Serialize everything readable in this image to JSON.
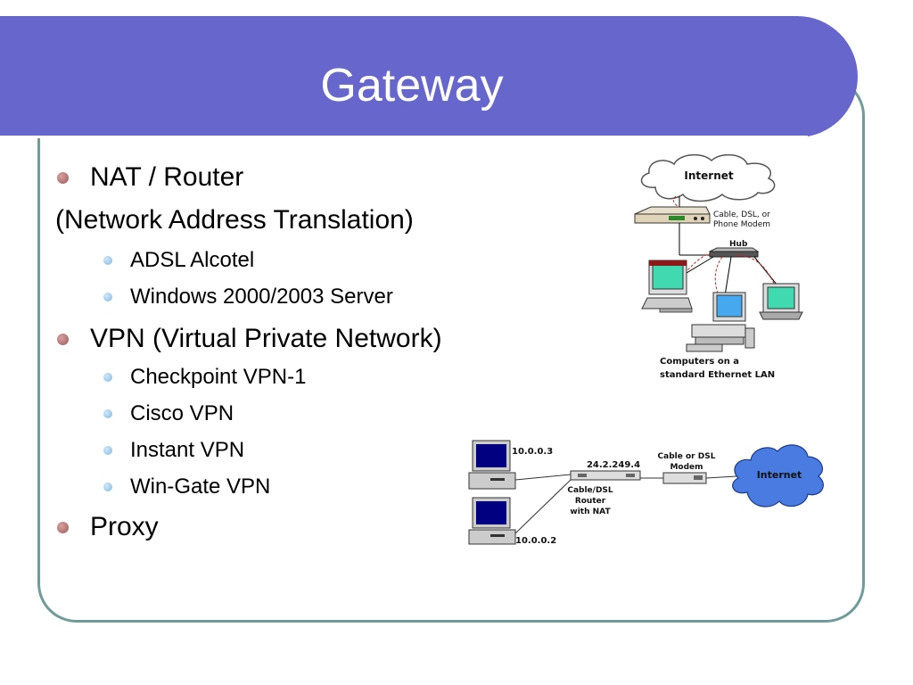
{
  "slide": {
    "title": "Gateway",
    "bullets": [
      {
        "text": "NAT / Router"
      },
      {
        "text": "(Network Address Translation)"
      },
      {
        "text": "ADSL Alcotel"
      },
      {
        "text": "Windows 2000/2003 Server"
      },
      {
        "text": "VPN (Virtual Private Network)"
      },
      {
        "text": "Checkpoint VPN-1"
      },
      {
        "text": "Cisco VPN"
      },
      {
        "text": "Instant VPN"
      },
      {
        "text": "Win-Gate VPN"
      },
      {
        "text": "Proxy"
      }
    ]
  },
  "diagram_lan": {
    "internet": "Internet",
    "modem_label_1": "Cable, DSL, or",
    "modem_label_2": "Phone Modem",
    "hub": "Hub",
    "caption_1": "Computers on a",
    "caption_2": "standard Ethernet LAN"
  },
  "diagram_nat": {
    "ip_pc1": "10.0.0.3",
    "ip_pc2": "10.0.0.2",
    "ip_public": "24.2.249.4",
    "router_1": "Cable/DSL",
    "router_2": "Router",
    "router_3": "with NAT",
    "modem_1": "Cable or DSL",
    "modem_2": "Modem",
    "internet": "Internet"
  },
  "colors": {
    "header": "#6666cc",
    "frame": "#6f9b9b",
    "bullet_main": "#9a5b5b",
    "bullet_sub": "#7fb8e6",
    "screen": "#40d9b0",
    "cloud_nat": "#4a7be0"
  }
}
